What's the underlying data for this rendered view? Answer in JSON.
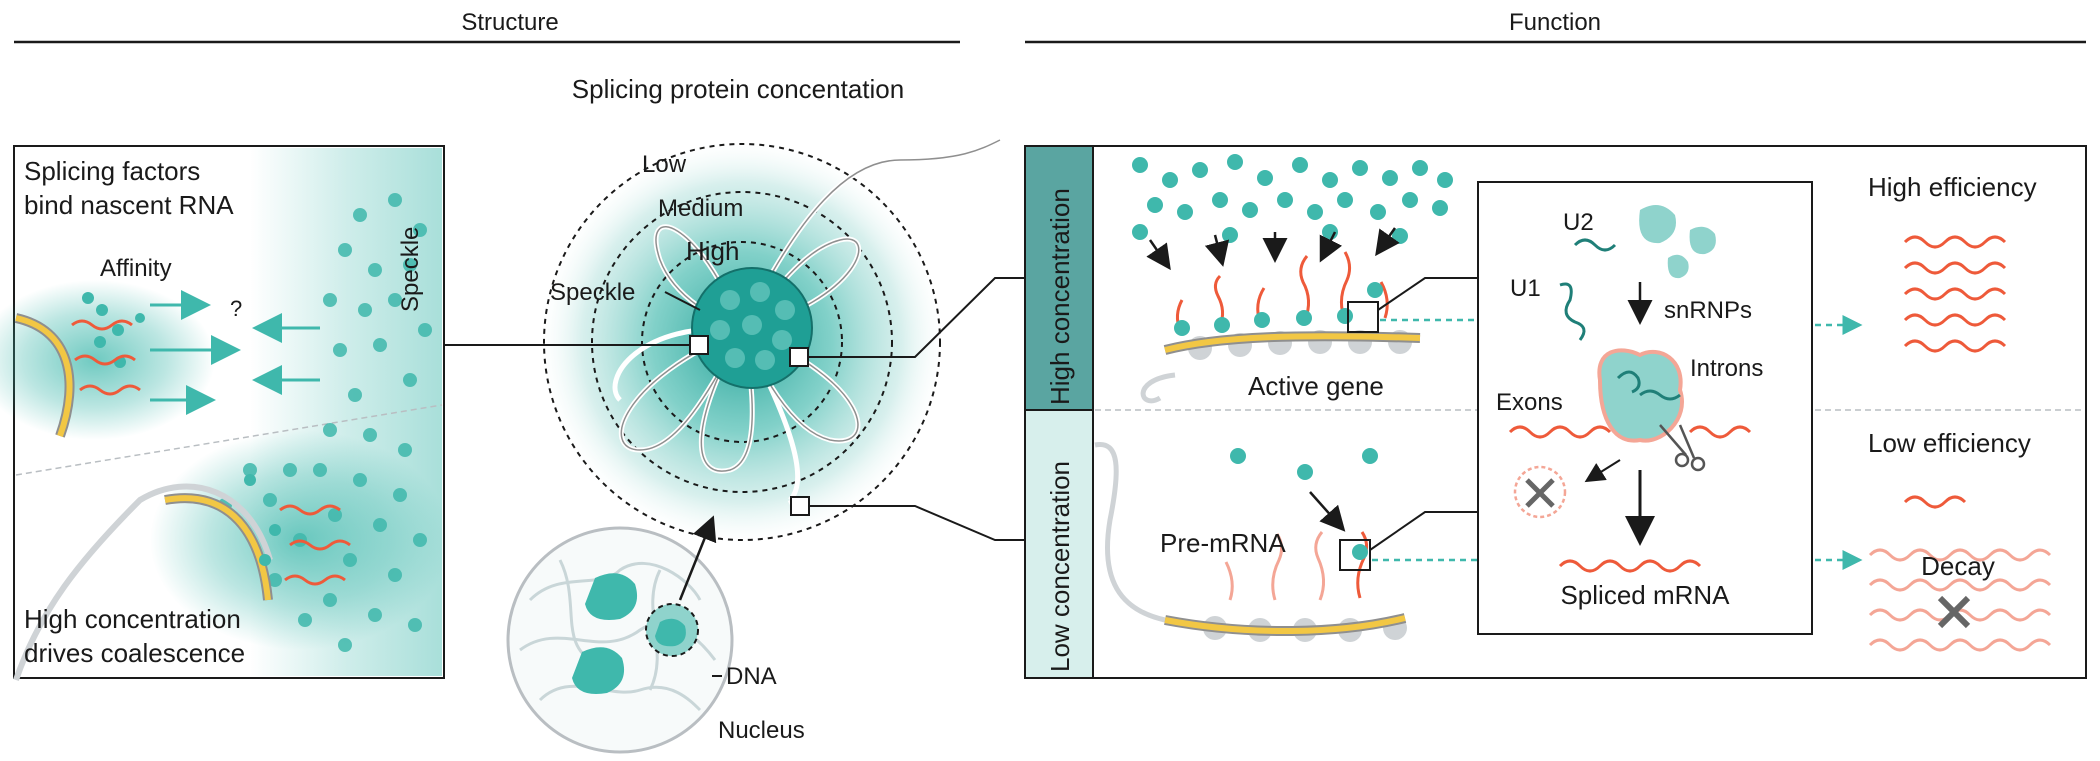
{
  "headers": {
    "structure": "Structure",
    "function": "Function"
  },
  "left_panel": {
    "title_line1": "Splicing factors",
    "title_line2": "bind nascent RNA",
    "affinity": "Affinity",
    "question": "?",
    "speckle": "Speckle",
    "bottom_line1": "High concentration",
    "bottom_line2": "drives coalescence"
  },
  "center": {
    "title": "Splicing protein concentation",
    "low": "Low",
    "medium": "Medium",
    "high": "High",
    "speckle": "Speckle",
    "dna": "DNA",
    "nucleus": "Nucleus"
  },
  "right_panel": {
    "high_concentration": "High concentration",
    "low_concentration": "Low concentration",
    "active_gene": "Active gene",
    "pre_mrna": "Pre-mRNA",
    "inset": {
      "u2": "U2",
      "u1": "U1",
      "snrnps": "snRNPs",
      "introns": "Introns",
      "exons": "Exons",
      "spliced_mrna": "Spliced mRNA"
    },
    "high_efficiency": "High efficiency",
    "low_efficiency": "Low efficiency",
    "decay": "Decay"
  },
  "colors": {
    "teal": "#3fb8ac",
    "teal_dark": "#1f7f78",
    "teal_header": "#5aa5a1",
    "teal_light": "#d7efec",
    "red": "#ee5a3a",
    "salmon": "#f4a696",
    "yellow": "#f2c744",
    "grey": "#b9bec2"
  }
}
